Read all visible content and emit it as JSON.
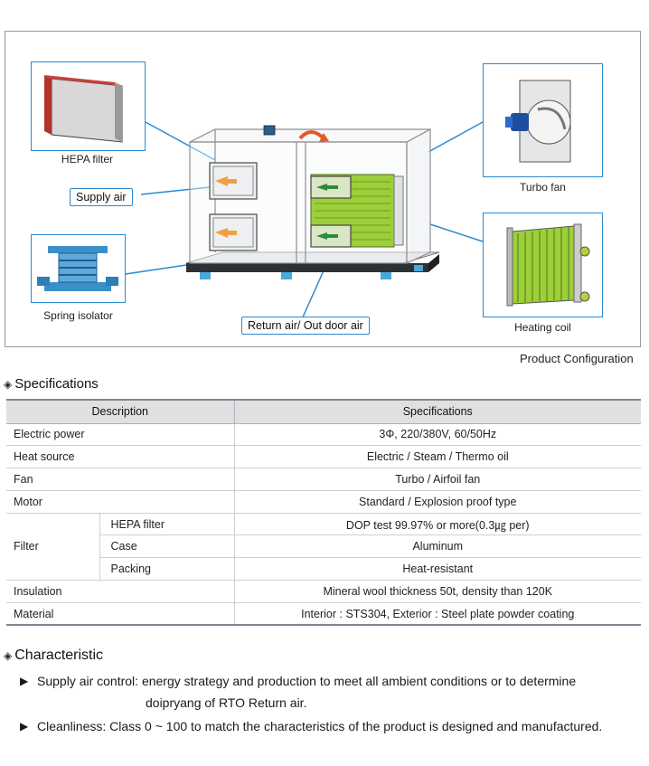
{
  "figure": {
    "callouts": {
      "hepa_filter": "HEPA filter",
      "turbo_fan": "Turbo fan",
      "supply_air": "Supply air",
      "spring_isolator": "Spring isolator",
      "return_air": "Return air/ Out door air",
      "heating_coil": "Heating coil"
    },
    "caption": "Product Configuration"
  },
  "specifications": {
    "heading": "Specifications",
    "headers": [
      "Description",
      "Specifications"
    ],
    "rows": {
      "electric_power": {
        "label": "Electric power",
        "value": "3Φ, 220/380V, 60/50Hz"
      },
      "heat_source": {
        "label": "Heat source",
        "value": "Electric / Steam / Thermo oil"
      },
      "fan": {
        "label": "Fan",
        "value": "Turbo / Airfoil fan"
      },
      "motor": {
        "label": "Motor",
        "value": "Standard / Explosion proof type"
      },
      "filter": {
        "label": "Filter",
        "hepa": {
          "label": "HEPA filter",
          "value": "DOP test 99.97% or more(0.3㎍ per)"
        },
        "case": {
          "label": "Case",
          "value": "Aluminum"
        },
        "packing": {
          "label": "Packing",
          "value": "Heat-resistant"
        }
      },
      "insulation": {
        "label": "Insulation",
        "value": "Mineral wool thickness 50t, density than 120K"
      },
      "material": {
        "label": "Material",
        "value": "Interior : STS304,  Exterior : Steel plate powder coating"
      }
    }
  },
  "characteristic": {
    "heading": "Characteristic",
    "items": [
      {
        "line1": "Supply air control: energy strategy and production to meet all ambient conditions or to determine",
        "line2": "doipryang of RTO Return air."
      },
      {
        "line1": "Cleanliness: Class 0 ~ 100 to match the characteristics of the product is designed and manufactured.",
        "line2": ""
      }
    ]
  },
  "icons": {
    "bullet": "triangle-right-icon",
    "heading_marker": "diamond-icon"
  },
  "colors": {
    "callout_border": "#2a8ad2",
    "table_header_bg": "#e0e0e0",
    "table_rule": "#7d8794",
    "coil_green": "#9ccf3a"
  }
}
